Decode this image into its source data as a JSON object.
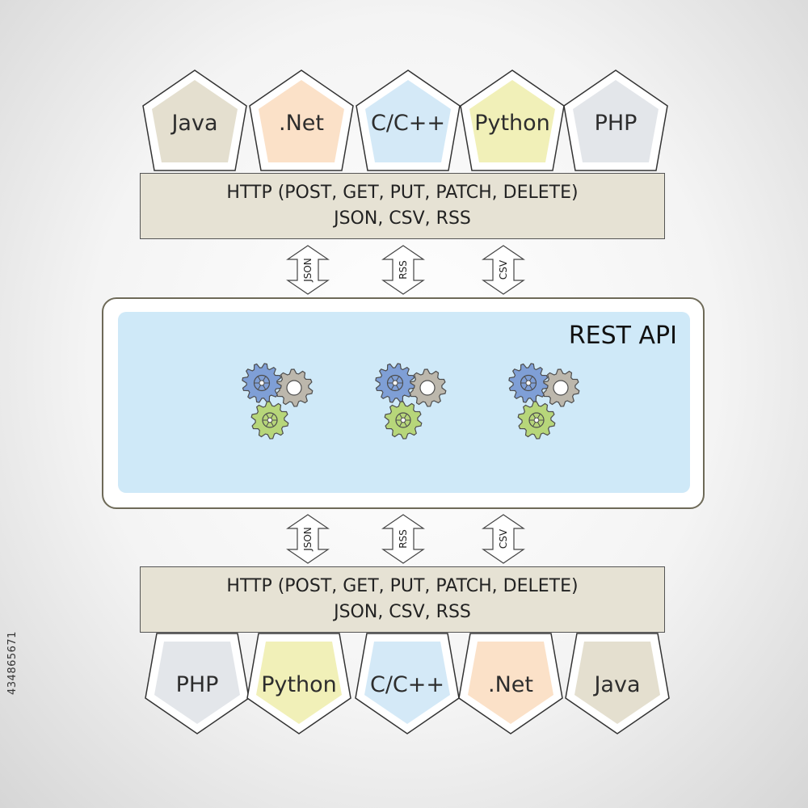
{
  "top_languages": [
    {
      "label": "Java",
      "fill": "#e4dfcf"
    },
    {
      "label": ".Net",
      "fill": "#fbe1c8"
    },
    {
      "label": "C/C++",
      "fill": "#d4e9f7"
    },
    {
      "label": "Python",
      "fill": "#f1f0b8"
    },
    {
      "label": "PHP",
      "fill": "#e3e6ea"
    }
  ],
  "bottom_languages": [
    {
      "label": "PHP",
      "fill": "#e3e6ea"
    },
    {
      "label": "Python",
      "fill": "#f1f0b8"
    },
    {
      "label": "C/C++",
      "fill": "#d4e9f7"
    },
    {
      "label": ".Net",
      "fill": "#fbe1c8"
    },
    {
      "label": "Java",
      "fill": "#e4dfcf"
    }
  ],
  "protocol_top": {
    "line1": "HTTP (POST, GET, PUT, PATCH, DELETE)",
    "line2": "JSON, CSV, RSS"
  },
  "protocol_bottom": {
    "line1": "HTTP (POST, GET, PUT, PATCH, DELETE)",
    "line2": "JSON, CSV, RSS"
  },
  "arrows_top": [
    "JSON",
    "RSS",
    "CSV"
  ],
  "arrows_bottom": [
    "JSON",
    "RSS",
    "CSV"
  ],
  "api": {
    "title": "REST API",
    "gear_groups": 3,
    "gear_colors": {
      "blue": "#7f9fd6",
      "gray": "#bcb7ac",
      "green": "#b7d67a"
    }
  },
  "stock_id": "434865671",
  "colors": {
    "bar_fill": "#e6e2d4",
    "panel_fill": "#cfe9f8",
    "frame_border": "#6e6a58"
  }
}
